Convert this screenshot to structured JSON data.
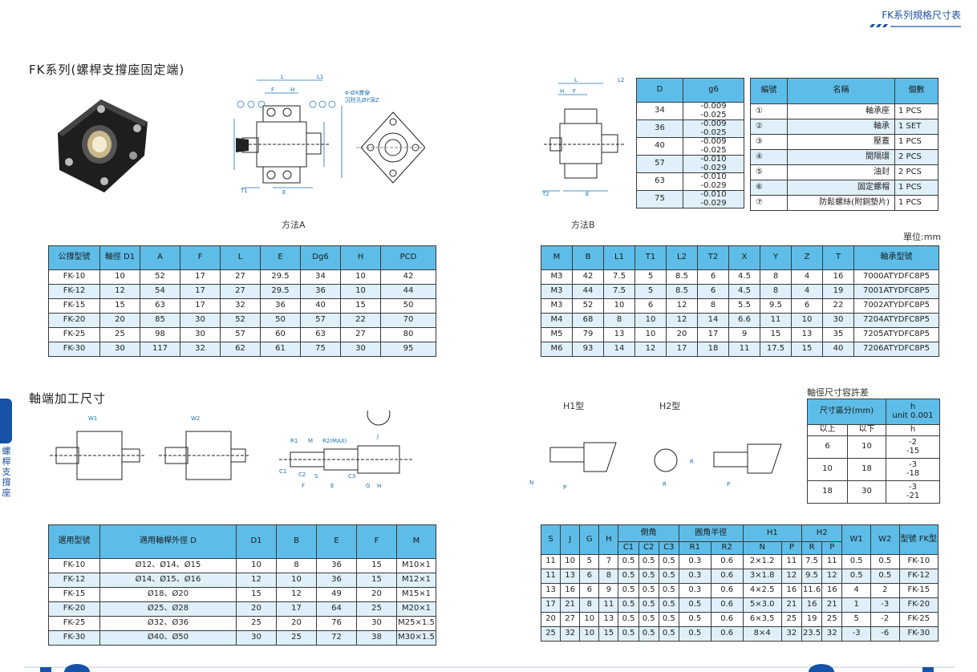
{
  "header": {
    "title": "FK系列規格尺寸表"
  },
  "section1": {
    "title": "FK系列(螺桿支撐座固定端)"
  },
  "method_a_label": "方法A",
  "method_b_label": "方法B",
  "unit_label": "單位:mm",
  "diagram_a": {
    "note_line1": "4-ØX貫穿",
    "note_line2": "沉柱孔ØY深Z"
  },
  "dg6_table": {
    "headers": [
      "D",
      "g6"
    ],
    "rows": [
      [
        "34",
        "-0.009",
        "-0.025"
      ],
      [
        "36",
        "-0.009",
        "-0.025"
      ],
      [
        "40",
        "-0.009",
        "-0.025"
      ],
      [
        "57",
        "-0.010",
        "-0.029"
      ],
      [
        "63",
        "-0.010",
        "-0.029"
      ],
      [
        "75",
        "-0.010",
        "-0.029"
      ]
    ]
  },
  "parts_table": {
    "headers": [
      "編號",
      "名稱",
      "個數"
    ],
    "rows": [
      [
        "①",
        "軸承座",
        "1 PCS"
      ],
      [
        "②",
        "軸承",
        "1 SET"
      ],
      [
        "③",
        "壓蓋",
        "1 PCS"
      ],
      [
        "④",
        "間隔環",
        "2 PCS"
      ],
      [
        "⑤",
        "油封",
        "2 PCS"
      ],
      [
        "⑥",
        "固定螺帽",
        "1 PCS"
      ],
      [
        "⑦",
        "防鬆螺絲(附銅墊片)",
        "1 PCS"
      ]
    ]
  },
  "main_table_left": {
    "headers": [
      "公撐型號",
      "軸徑 D1",
      "A",
      "F",
      "L",
      "E",
      "Dg6",
      "H",
      "PCD"
    ],
    "rows": [
      [
        "FK-10",
        "10",
        "52",
        "17",
        "27",
        "29.5",
        "34",
        "10",
        "42"
      ],
      [
        "FK-12",
        "12",
        "54",
        "17",
        "27",
        "29.5",
        "36",
        "10",
        "44"
      ],
      [
        "FK-15",
        "15",
        "63",
        "17",
        "32",
        "36",
        "40",
        "15",
        "50"
      ],
      [
        "FK-20",
        "20",
        "85",
        "30",
        "52",
        "50",
        "57",
        "22",
        "70"
      ],
      [
        "FK-25",
        "25",
        "98",
        "30",
        "57",
        "60",
        "63",
        "27",
        "80"
      ],
      [
        "FK-30",
        "30",
        "117",
        "32",
        "62",
        "61",
        "75",
        "30",
        "95"
      ]
    ]
  },
  "main_table_right": {
    "headers": [
      "M",
      "B",
      "L1",
      "T1",
      "L2",
      "T2",
      "X",
      "Y",
      "Z",
      "T",
      "軸承型號"
    ],
    "rows": [
      [
        "M3",
        "42",
        "7.5",
        "5",
        "8.5",
        "6",
        "4.5",
        "8",
        "4",
        "16",
        "7000ATYDFC8P5"
      ],
      [
        "M3",
        "44",
        "7.5",
        "5",
        "8.5",
        "6",
        "4.5",
        "8",
        "4",
        "19",
        "7001ATYDFC8P5"
      ],
      [
        "M3",
        "52",
        "10",
        "6",
        "12",
        "8",
        "5.5",
        "9.5",
        "6",
        "22",
        "7002ATYDFC8P5"
      ],
      [
        "M4",
        "68",
        "8",
        "10",
        "12",
        "14",
        "6.6",
        "11",
        "10",
        "30",
        "7204ATYDFC8P5"
      ],
      [
        "M5",
        "79",
        "13",
        "10",
        "20",
        "17",
        "9",
        "15",
        "13",
        "35",
        "7205ATYDFC8P5"
      ],
      [
        "M6",
        "93",
        "14",
        "12",
        "17",
        "18",
        "11",
        "17.5",
        "15",
        "40",
        "7206ATYDFC8P5"
      ]
    ]
  },
  "section2": {
    "title": "軸端加工尺寸"
  },
  "h1_label": "H1型",
  "h2_label": "H2型",
  "tolerance": {
    "title": "軸徑尺寸容許差",
    "col1": "尺寸區分(mm)",
    "col2": "h",
    "col2_unit": "unit 0.001",
    "sub": [
      "以上",
      "以下",
      "h"
    ],
    "rows": [
      [
        "6",
        "10",
        "-2",
        "-15"
      ],
      [
        "10",
        "18",
        "-3",
        "-18"
      ],
      [
        "18",
        "30",
        "-3",
        "-21"
      ]
    ]
  },
  "shaft_table_left": {
    "headers": [
      "選用型號",
      "適用軸桿外徑 D",
      "D1",
      "B",
      "E",
      "F",
      "M"
    ],
    "rows": [
      [
        "FK-10",
        "Ø12、Ø14、Ø15",
        "10",
        "8",
        "36",
        "15",
        "M10×1"
      ],
      [
        "FK-12",
        "Ø14、Ø15、Ø16",
        "12",
        "10",
        "36",
        "15",
        "M12×1"
      ],
      [
        "FK-15",
        "Ø18、Ø20",
        "15",
        "12",
        "49",
        "20",
        "M15×1"
      ],
      [
        "FK-20",
        "Ø25、Ø28",
        "20",
        "17",
        "64",
        "25",
        "M20×1"
      ],
      [
        "FK-25",
        "Ø32、Ø36",
        "25",
        "20",
        "76",
        "30",
        "M25×1.5"
      ],
      [
        "FK-30",
        "Ø40、Ø50",
        "30",
        "25",
        "72",
        "38",
        "M30×1.5"
      ]
    ]
  },
  "shaft_table_right": {
    "top_headers": [
      "S",
      "J",
      "G",
      "H",
      "倒角",
      "圓角半徑",
      "H1",
      "H2",
      "W1",
      "W2",
      "型號 FK型"
    ],
    "sub_headers": [
      "C1",
      "C2",
      "C3",
      "R1",
      "R2",
      "N",
      "P",
      "R",
      "P"
    ],
    "rows": [
      [
        "11",
        "10",
        "5",
        "7",
        "0.5",
        "0.5",
        "0.5",
        "0.3",
        "0.6",
        "2×1.2",
        "11",
        "7.5",
        "11",
        "0.5",
        "0.5",
        "FK-10"
      ],
      [
        "11",
        "13",
        "6",
        "8",
        "0.5",
        "0.5",
        "0.5",
        "0.3",
        "0.6",
        "3×1.8",
        "12",
        "9.5",
        "12",
        "0.5",
        "0.5",
        "FK-12"
      ],
      [
        "13",
        "16",
        "6",
        "9",
        "0.5",
        "0.5",
        "0.5",
        "0.3",
        "0.6",
        "4×2.5",
        "16",
        "11.6",
        "16",
        "4",
        "2",
        "FK-15"
      ],
      [
        "17",
        "21",
        "8",
        "11",
        "0.5",
        "0.5",
        "0.5",
        "0.5",
        "0.6",
        "5×3.0",
        "21",
        "16",
        "21",
        "1",
        "-3",
        "FK-20"
      ],
      [
        "20",
        "27",
        "10",
        "13",
        "0.5",
        "0.5",
        "0.5",
        "0.5",
        "0.6",
        "6×3.5",
        "25",
        "19",
        "25",
        "5",
        "-2",
        "FK-25"
      ],
      [
        "25",
        "32",
        "10",
        "15",
        "0.5",
        "0.5",
        "0.5",
        "0.5",
        "0.6",
        "8×4",
        "32",
        "23.5",
        "32",
        "-3",
        "-6",
        "FK-30"
      ]
    ]
  },
  "side_tab": {
    "text": "螺桿支撐座"
  },
  "colors": {
    "header_blue": "#5dbde8",
    "row_alt": "#dff0fa",
    "brand_blue": "#1552a8"
  }
}
